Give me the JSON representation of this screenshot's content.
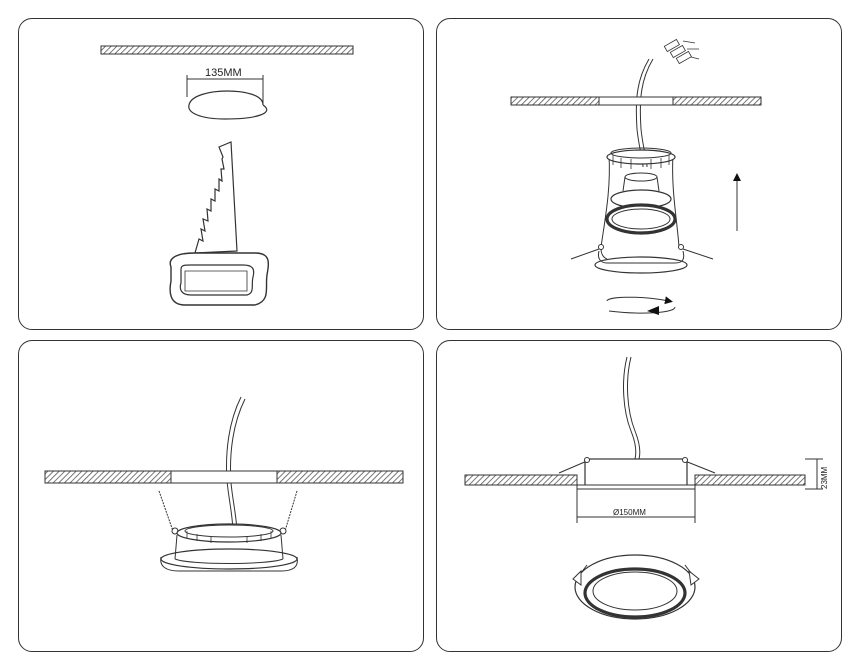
{
  "panels": [
    {
      "name": "step-1-cut-hole",
      "dimension_label": "135MM"
    },
    {
      "name": "step-2-wire-and-insert"
    },
    {
      "name": "step-3-push-into-ceiling"
    },
    {
      "name": "step-4-installed",
      "diameter_label": "Ø150MM",
      "height_label": "23MM"
    }
  ],
  "colors": {
    "line": "#333333",
    "hatch": "#555555",
    "fill": "#ffffff"
  }
}
